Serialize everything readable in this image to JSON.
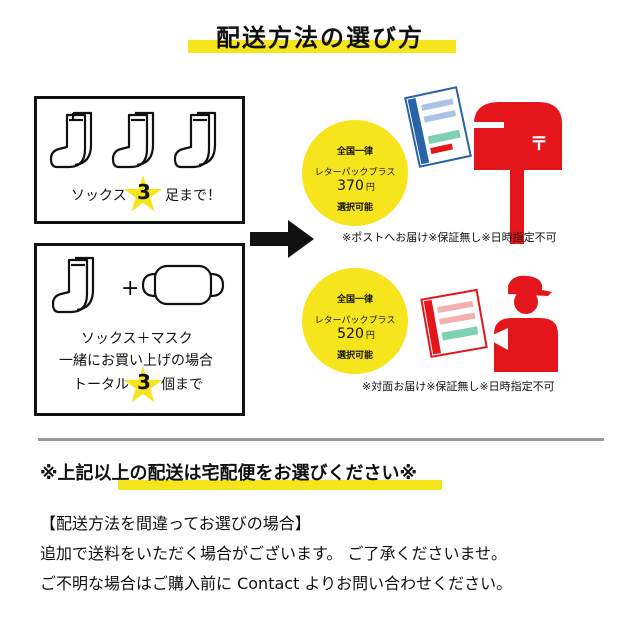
{
  "title": "配送方法の選び方",
  "box1": {
    "text_before": "ソックス",
    "number": "3",
    "text_after": "足まで！"
  },
  "box2": {
    "plus": "+",
    "line1": "ソックス＋マスク",
    "line2": "一緒にお買い上げの場合",
    "line3_before": "トータル",
    "number": "3",
    "line3_after": "個まで"
  },
  "option1": {
    "line1": "全国一律",
    "service": "レターパックプラス",
    "price": "370",
    "unit": "円",
    "line3": "選択可能",
    "note": "※ポストへお届け※保証無し※日時指定不可"
  },
  "option2": {
    "line1": "全国一律",
    "service": "レターパックプラス",
    "price": "520",
    "unit": "円",
    "line3": "選択可能",
    "note": "※対面お届け※保証無し※日時指定不可"
  },
  "warning": "※上記以上の配送は宅配便をお選びください※",
  "body": [
    "【配送方法を間違ってお選びの場合】",
    "追加で送料をいただく場合がございます。 ご了承くださいませ。",
    "ご不明な場合はご購入前に Contact よりお問い合わせください。"
  ],
  "colors": {
    "accent": "#f6e41c",
    "red": "#e4161c",
    "letterpack_blue": "#2a63a8"
  },
  "icons": [
    "sock-icon",
    "mask-icon",
    "mailbox-icon",
    "letterpack-icon",
    "delivery-person-icon",
    "arrow-icon"
  ]
}
